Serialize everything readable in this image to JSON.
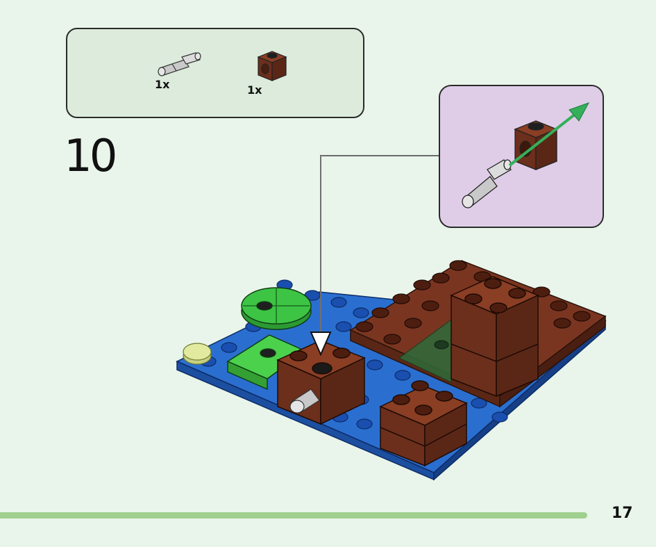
{
  "parts_list": {
    "items": [
      {
        "icon": "technic-pin-icon",
        "quantity": "1x"
      },
      {
        "icon": "brown-technic-brick-icon",
        "quantity": "1x"
      }
    ]
  },
  "step": {
    "number": "10"
  },
  "page": {
    "number": "17"
  },
  "colors": {
    "background": "#e9f5ea",
    "parts_box": "#dcebdc",
    "callout": "#dfcde8",
    "brown_brick": "#6b2f1c",
    "blue_plate": "#2a6fd0",
    "green_tile": "#4cd14c",
    "direction_arrow": "#34b05a",
    "footer_bar": "#9fd08e"
  }
}
